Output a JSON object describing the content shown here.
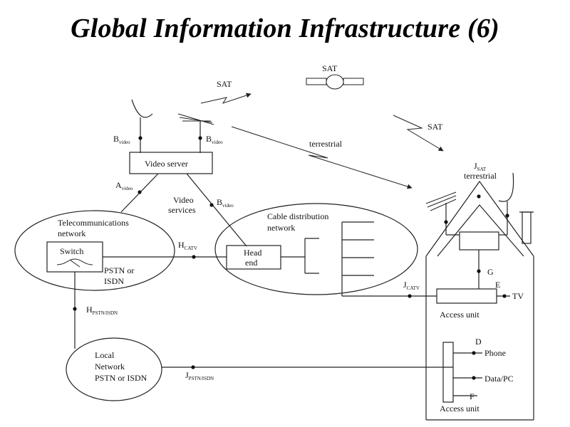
{
  "title": "Global Information Infrastructure (6)",
  "labels": {
    "sat_left": "SAT",
    "sat_top": "SAT",
    "sat_right": "SAT",
    "terrestrial_mid": "terrestrial",
    "j_sat": "J",
    "j_sat_sub": "SAT",
    "terrestrial_house": "terrestrial",
    "b_video_left": "B",
    "b_video_left_sub": "video",
    "b_video_right": "B",
    "b_video_right_sub": "video",
    "video_server": "Video server",
    "a_video": "A",
    "a_video_sub": "video",
    "video_services_1": "Video",
    "video_services_2": "services",
    "b_video_lower": "B",
    "b_video_lower_sub": "video",
    "telecom_network_1": "Telecommunications",
    "telecom_network_2": "network",
    "switch": "Switch",
    "pstn_1": "PSTN or",
    "pstn_2": "ISDN",
    "h_catv": "H",
    "h_catv_sub": "CATV",
    "cable_network_1": "Cable distribution",
    "cable_network_2": "network",
    "head_end_1": "Head",
    "head_end_2": "end",
    "h_pstn": "H",
    "h_pstn_sub": "PSTN/ISDN",
    "local_network_1": "Local",
    "local_network_2": "Network",
    "local_network_3": "PSTN or ISDN",
    "j_pstn": "J",
    "j_pstn_sub": "PSTN/ISDN",
    "j_catv": "J",
    "j_catv_sub": "CATV",
    "g": "G",
    "e": "E",
    "tv": "TV",
    "access_unit_upper": "Access unit",
    "d": "D",
    "phone": "Phone",
    "data_pc": "Data/PC",
    "f": "F",
    "access_unit_lower": "Access unit"
  }
}
